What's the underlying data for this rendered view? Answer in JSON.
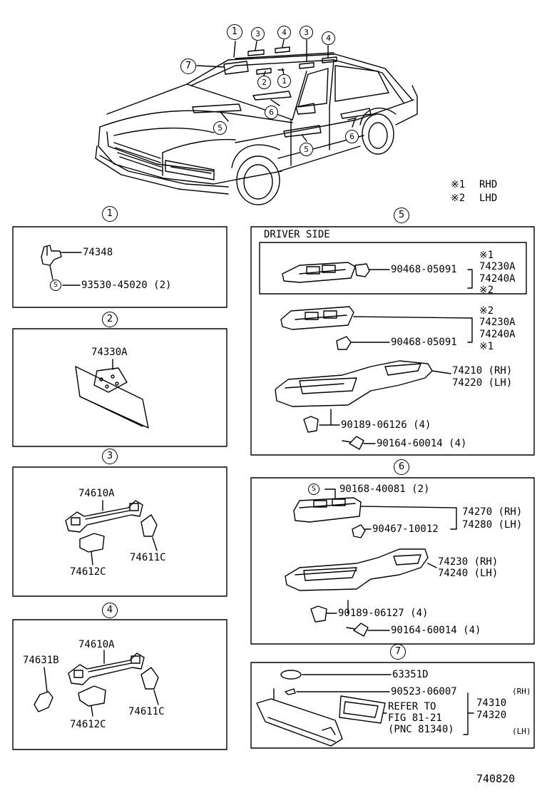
{
  "figure_id": "740820",
  "legend": {
    "rhd": {
      "mark": "※1",
      "label": "RHD"
    },
    "lhd": {
      "mark": "※2",
      "label": "LHD"
    }
  },
  "car_callouts": [
    "1",
    "3",
    "4",
    "3",
    "4",
    "7",
    "2",
    "1",
    "6",
    "5",
    "6",
    "5"
  ],
  "s_mark": "S",
  "sections": {
    "s1": {
      "number": "1",
      "parts": [
        "74348",
        "93530-45020 (2)"
      ]
    },
    "s2": {
      "number": "2",
      "parts": [
        "74330A"
      ]
    },
    "s3": {
      "number": "3",
      "parts": [
        "74610A",
        "74611C",
        "74612C"
      ]
    },
    "s4": {
      "number": "4",
      "parts": [
        "74610A",
        "74631B",
        "74611C",
        "74612C"
      ]
    },
    "s5": {
      "number": "5",
      "title": "DRIVER SIDE",
      "box_a": {
        "clip": "90468-05091",
        "mark_top": "※1",
        "p1": "74230A",
        "p2": "74240A",
        "mark_bot": "※2"
      },
      "box_b": {
        "clip": "90468-05091",
        "mark_top": "※2",
        "p1": "74230A",
        "p2": "74240A",
        "mark_bot": "※1"
      },
      "armrest_rh": "74210 (RH)",
      "armrest_lh": "74220 (LH)",
      "clip": "90189-06126 (4)",
      "screw": "90164-60014 (4)"
    },
    "s6": {
      "number": "6",
      "screw_top": "90168-40081 (2)",
      "clip_a": "90467-10012",
      "switch_rh": "74270 (RH)",
      "switch_lh": "74280 (LH)",
      "armrest_rh": "74230 (RH)",
      "armrest_lh": "74240 (LH)",
      "clip": "90189-06127 (4)",
      "screw": "90164-60014 (4)"
    },
    "s7": {
      "number": "7",
      "p1": "63351D",
      "p2": "90523-06007",
      "ref1": "REFER TO",
      "ref2": "FIG 81-21",
      "ref3": "(PNC 81340)",
      "visor_rh": "74310",
      "visor_lh": "74320",
      "rh": "(RH)",
      "lh": "(LH)"
    }
  }
}
